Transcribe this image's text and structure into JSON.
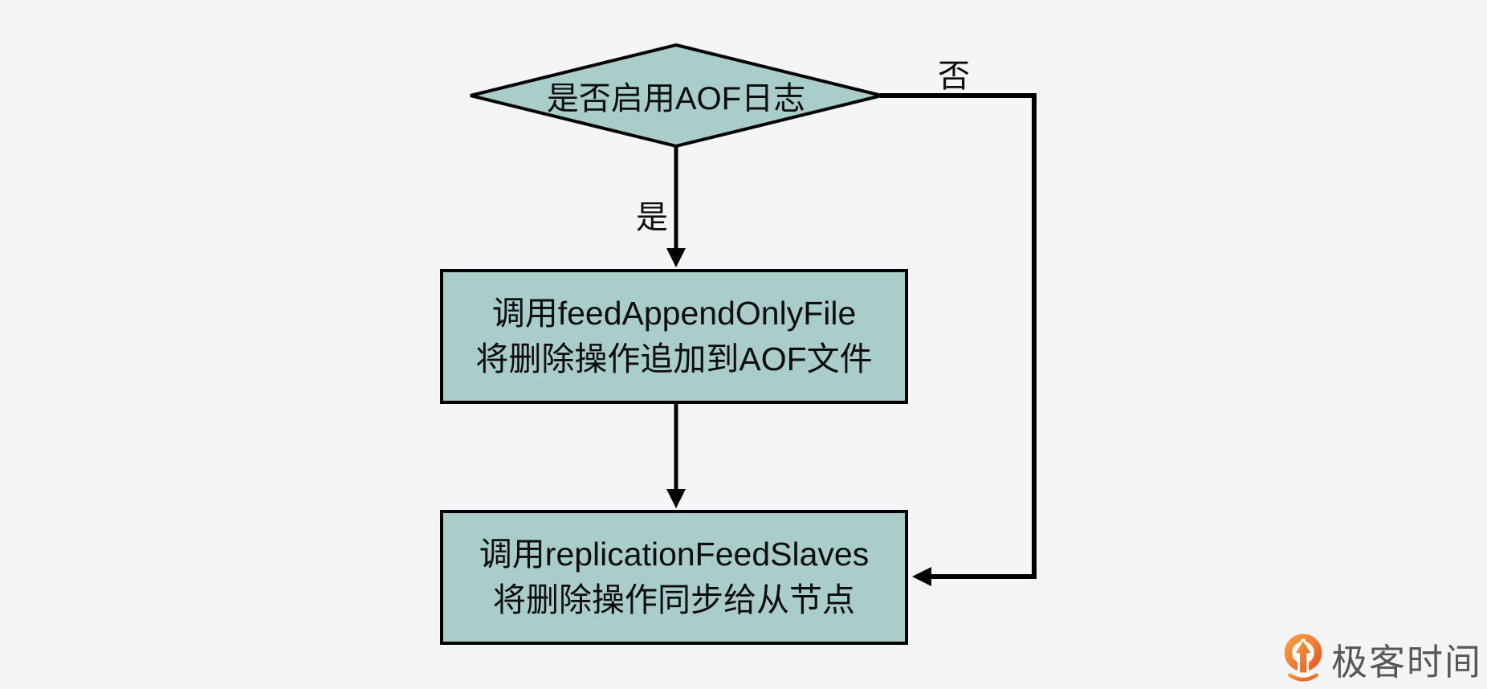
{
  "palette": {
    "background": "#f4f5f6",
    "node_fill": "#a9cdc9",
    "node_border": "#000000",
    "connector": "#000000",
    "text": "#0d0d0d",
    "brand_orange": "#f2671f",
    "brand_orange_light": "#f99d3d",
    "brand_text_gray": "#595757"
  },
  "flowchart": {
    "decision": {
      "label": "是否启用AOF日志"
    },
    "edges": {
      "yes_label": "是",
      "no_label": "否"
    },
    "process_aof": {
      "line1": "调用feedAppendOnlyFile",
      "line2": "将删除操作追加到AOF文件"
    },
    "process_replication": {
      "line1": "调用replicationFeedSlaves",
      "line2": "将删除操作同步给从节点"
    }
  },
  "branding": {
    "logo_text": "极客时间",
    "logo_icon": "geektime-ring-arrow-icon"
  }
}
